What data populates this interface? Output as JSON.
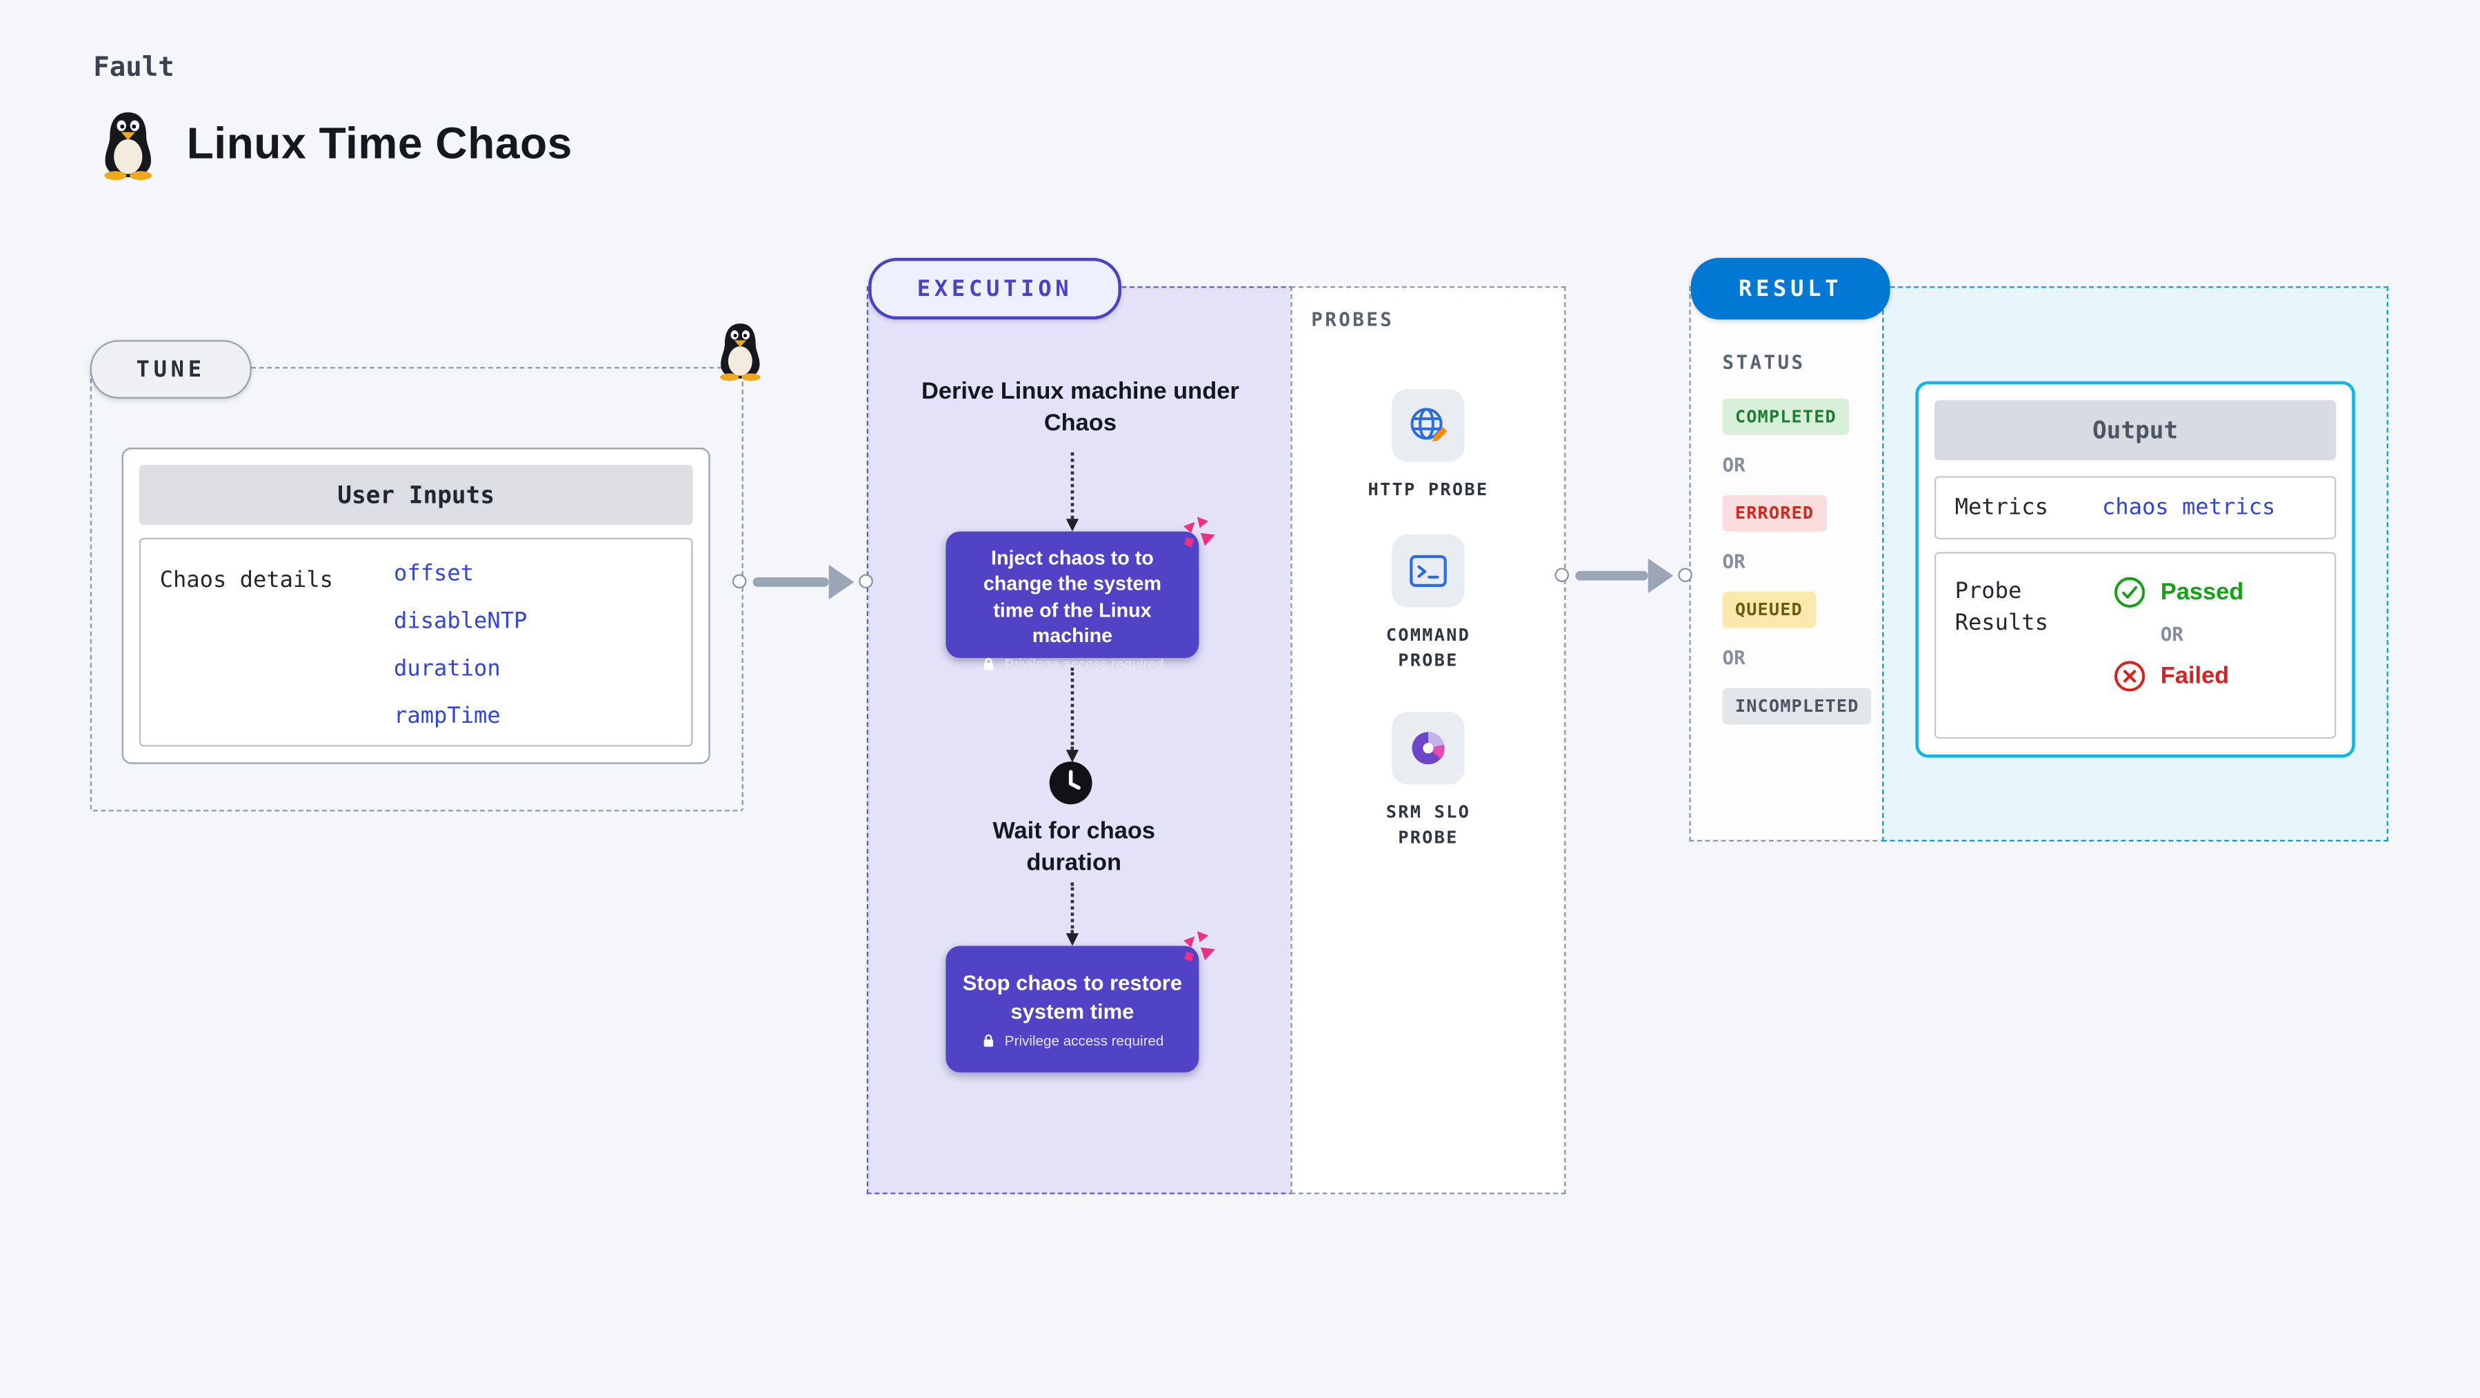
{
  "colors": {
    "background": "#F4F6F9",
    "chaos_purple": "#5143C6",
    "execution_accent": "#4A42C6",
    "result_blue": "#0278D5",
    "result_border": "#12B5EA",
    "link_blue": "#3344DC",
    "success_green": "#18A018",
    "error_red": "#E01D1D",
    "chaos_pink": "#EF2F86"
  },
  "header": {
    "kicker": "Fault",
    "title": "Linux Time Chaos",
    "icon": "tux-penguin-icon"
  },
  "tune": {
    "pill": "TUNE",
    "card_title": "User Inputs",
    "row_label": "Chaos details",
    "links": [
      "offset",
      "disableNTP",
      "duration",
      "rampTime"
    ],
    "corner_icon": "tux-penguin-icon"
  },
  "execution": {
    "pill": "EXECUTION",
    "derive_text": "Derive Linux machine under Chaos",
    "inject_text": "Inject chaos to to change the system time of the Linux machine",
    "privilege_text": "Privilege access required",
    "wait_text": "Wait for chaos duration",
    "stop_text": "Stop chaos to restore system time",
    "wait_icon": "clock-icon",
    "box_corner_icon": "chaos-scatter-icon"
  },
  "probes": {
    "heading": "PROBES",
    "items": [
      {
        "label": "HTTP PROBE",
        "icon": "globe-icon"
      },
      {
        "label": "COMMAND PROBE",
        "icon": "terminal-icon"
      },
      {
        "label": "SRM SLO PROBE",
        "icon": "pie-chart-icon"
      }
    ]
  },
  "result": {
    "pill": "RESULT",
    "status_heading": "STATUS",
    "or_label": "OR",
    "badges": [
      {
        "text": "COMPLETED",
        "type": "success"
      },
      {
        "text": "ERRORED",
        "type": "error"
      },
      {
        "text": "QUEUED",
        "type": "warning"
      },
      {
        "text": "INCOMPLETED",
        "type": "neutral"
      }
    ],
    "output": {
      "title": "Output",
      "metrics_label": "Metrics",
      "metrics_link": "chaos metrics",
      "probe_results_label": "Probe Results",
      "passed_label": "Passed",
      "failed_label": "Failed",
      "passed_icon": "check-circle-icon",
      "failed_icon": "x-circle-icon"
    }
  }
}
